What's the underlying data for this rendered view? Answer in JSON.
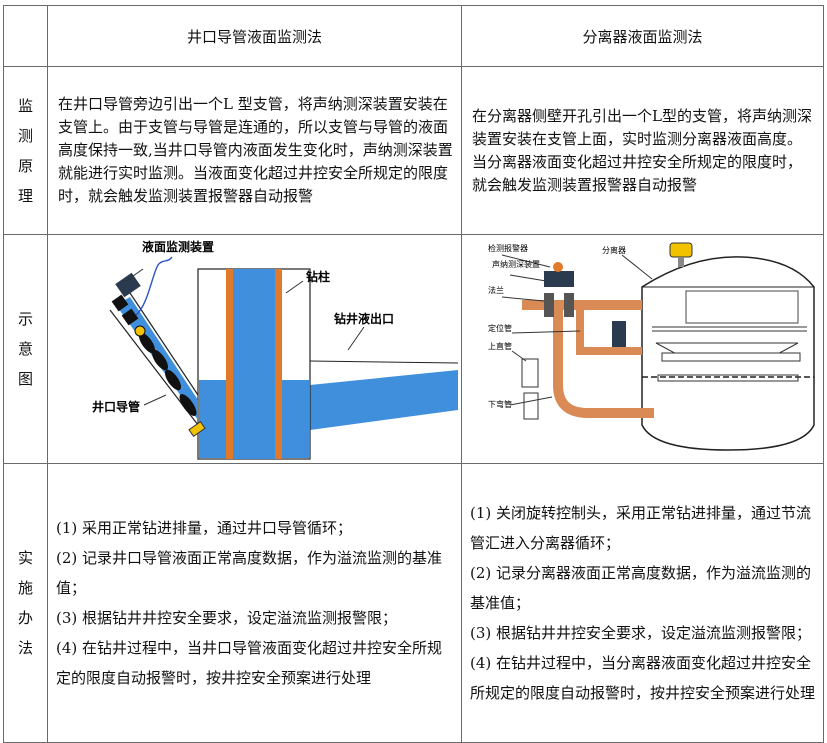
{
  "header": {
    "col1": "井口导管液面监测法",
    "col2": "分离器液面监测法"
  },
  "rows": {
    "principle": {
      "label": [
        "监",
        "测",
        "原",
        "理"
      ],
      "col1": "在井口导管旁边引出一个L 型支管，将声纳测深装置安装在支管上。由于支管与导管是连通的，所以支管与导管的液面高度保持一致,当井口导管内液面发生变化时，声纳测深装置就能进行实时监测。当液面变化超过井控安全所规定的限度时，就会触发监测装置报警器自动报警",
      "col2": "在分离器侧壁开孔引出一个L型的支管，将声纳测深装置安装在支管上面，实时监测分离器液面高度。当分离器液面变化超过井控安全所规定的限度时，就会触发监测装置报警器自动报警"
    },
    "diagram": {
      "label": [
        "示",
        "意",
        "图"
      ],
      "left_labels": {
        "device": "液面监测装置",
        "drill": "钻柱",
        "outlet": "钻井液出口",
        "conductor": "井口导管"
      },
      "right_labels": {
        "alarm": "检测报警器",
        "sonar": "声纳测深装置",
        "separator": "分离器",
        "flange": "法兰",
        "locator": "定位管",
        "upper": "上直管",
        "lower": "下弯管"
      }
    },
    "implementation": {
      "label": [
        "实",
        "施",
        "办",
        "法"
      ],
      "col1": [
        "(1) 采用正常钻进排量，通过井口导管循环；",
        "(2) 记录井口导管液面正常高度数据，作为溢流监测的基准值；",
        "(3) 根据钻井井控安全要求，设定溢流监测报警限；",
        "(4) 在钻井过程中，当井口导管液面变化超过井控安全所规定的限度自动报警时，按井控安全预案进行处理"
      ],
      "col2": [
        "(1) 关闭旋转控制头，采用正常钻进排量，通过节流管汇进入分离器循环；",
        "(2) 记录分离器液面正常高度数据，作为溢流监测的基准值；",
        "(3) 根据钻井井控安全要求，设定溢流监测报警限；",
        "(4) 在钻井过程中，当分离器液面变化超过井控安全所规定的限度自动报警时，按井控安全预案进行处理"
      ]
    }
  },
  "colors": {
    "water_blue": "#3f8fdc",
    "drill_orange": "#e07a2a",
    "pipe_copper": "#d98a55",
    "alarm_yellow": "#f2c200"
  }
}
